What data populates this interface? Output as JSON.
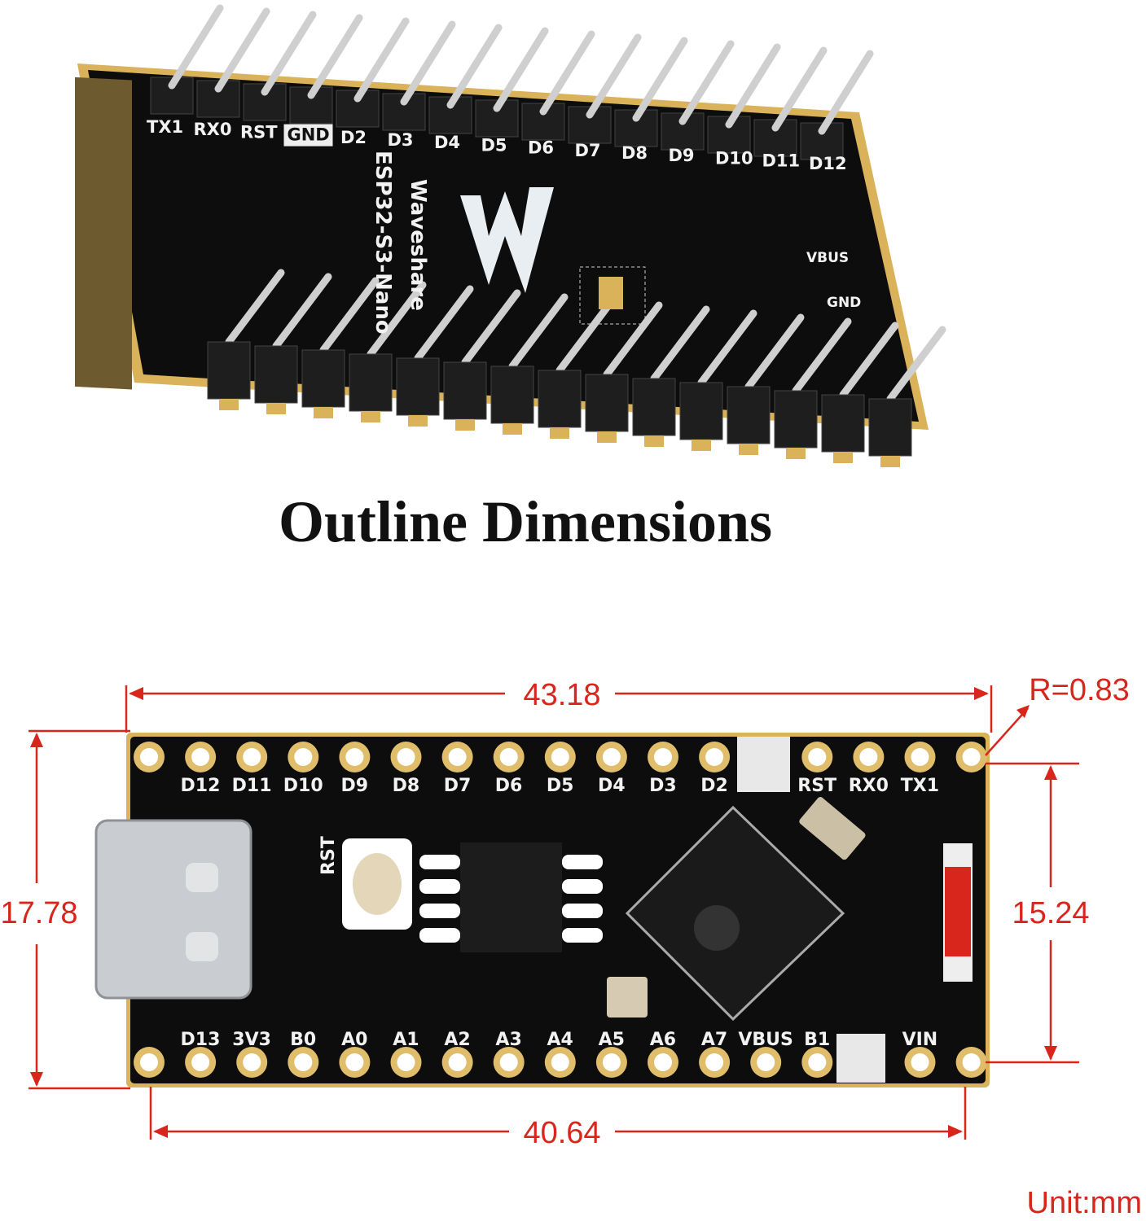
{
  "title": "Outline Dimensions",
  "top_photo": {
    "brand": "Waveshare",
    "model": "ESP32-S3-Nano",
    "pin_labels": [
      "TX1",
      "RX0",
      "RST",
      "GND",
      "D2",
      "D3",
      "D4",
      "D5",
      "D6",
      "D7",
      "D8",
      "D9",
      "D10",
      "D11",
      "D12"
    ],
    "side_labels": [
      "VBUS",
      "GND"
    ]
  },
  "board": {
    "top_labels": [
      "D12",
      "D11",
      "D10",
      "D9",
      "D8",
      "D7",
      "D6",
      "D5",
      "D4",
      "D3",
      "D2",
      "",
      "RST",
      "RX0",
      "TX1"
    ],
    "bottom_labels": [
      "D13",
      "3V3",
      "B0",
      "A0",
      "A1",
      "A2",
      "A3",
      "A4",
      "A5",
      "A6",
      "A7",
      "VBUS",
      "B1",
      "",
      "VIN"
    ],
    "rst_label": "RST"
  },
  "dimensions": {
    "length": "43.18",
    "pin_span": "40.64",
    "width": "17.78",
    "row_spacing": "15.24",
    "corner_radius": "R=0.83",
    "unit": "Unit:mm"
  },
  "colors": {
    "dimension": "#d8261c",
    "pcb": "#0d0d0d",
    "gold": "#d9b25a"
  }
}
